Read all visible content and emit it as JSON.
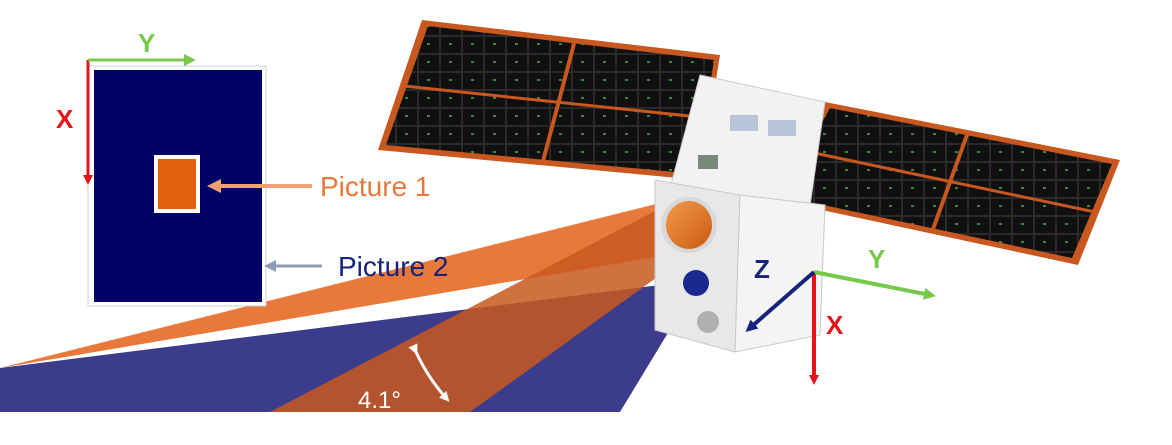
{
  "colors": {
    "navy": "#000066",
    "orange_beam": "#e8793a",
    "orange_inner": "#e06010",
    "arrow_orange": "#f2a070",
    "arrow_gray": "#8c9bb8",
    "beam_blue": "#3c3c8c",
    "axis_red": "#e3151a",
    "axis_green": "#78c84b",
    "axis_navy": "#17237a",
    "panel_black": "#101010",
    "panel_frame": "#c8581f",
    "body_white": "#f2f2f2"
  },
  "inset": {
    "axis_x": "X",
    "axis_y": "Y"
  },
  "labels": {
    "picture_1": "Picture 1",
    "picture_2": "Picture 2"
  },
  "satellite_axes": {
    "x": "X",
    "y": "Y",
    "z": "Z"
  },
  "fov_angle": "4.1°",
  "icons": {
    "satellite": "satellite-icon",
    "camera": "camera-lens-icon",
    "angle_arrow": "double-arrow-curve-icon"
  }
}
